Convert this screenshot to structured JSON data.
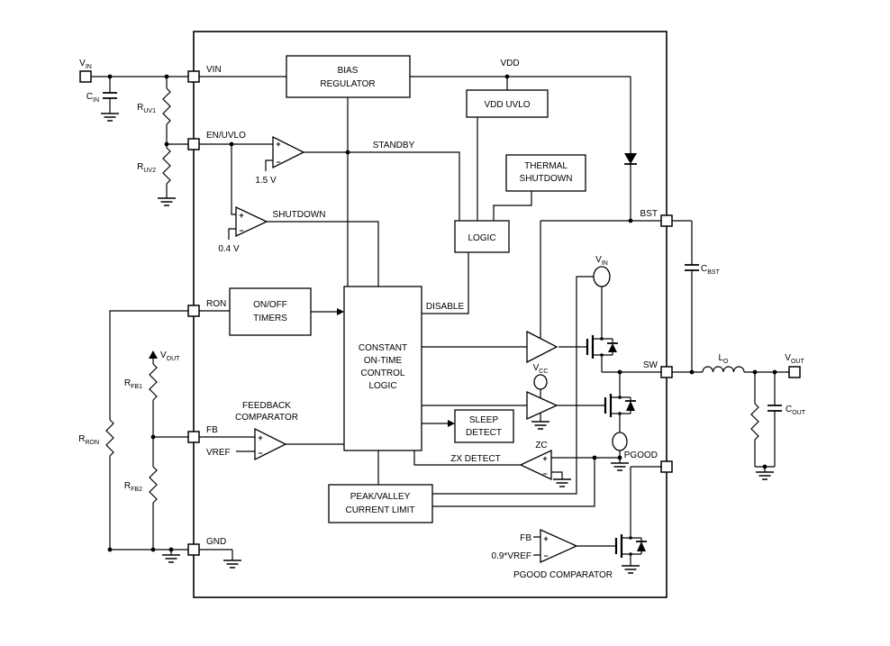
{
  "colors": {
    "line": "#000000",
    "background": "#ffffff"
  },
  "pins": {
    "vin": "VIN",
    "en_uvlo": "EN/UVLO",
    "ron": "RON",
    "fb": "FB",
    "vref": "VREF",
    "gnd": "GND",
    "bst": "BST",
    "sw": "SW",
    "pgood": "PGOOD"
  },
  "blocks": {
    "bias": {
      "l1": "BIAS",
      "l2": "REGULATOR"
    },
    "vdd_uvlo": {
      "l1": "VDD UVLO"
    },
    "thermal": {
      "l1": "THERMAL",
      "l2": "SHUTDOWN"
    },
    "logic": {
      "l1": "LOGIC"
    },
    "timers": {
      "l1": "ON/OFF",
      "l2": "TIMERS"
    },
    "cot": {
      "l1": "CONSTANT",
      "l2": "ON-TIME",
      "l3": "CONTROL",
      "l4": "LOGIC"
    },
    "sleep": {
      "l1": "SLEEP",
      "l2": "DETECT"
    },
    "peak_valley": {
      "l1": "PEAK/VALLEY",
      "l2": "CURRENT LIMIT"
    }
  },
  "nets": {
    "vdd": "VDD",
    "standby": "STANDBY",
    "shutdown": "SHUTDOWN",
    "disable": "DISABLE",
    "zc": "ZC",
    "zx_detect": "ZX DETECT"
  },
  "comparators": {
    "feedback_l1": "FEEDBACK",
    "feedback_l2": "COMPARATOR",
    "pgood_label": "PGOOD COMPARATOR",
    "ref_standby": "1.5 V",
    "ref_shutdown": "0.4 V",
    "ref_pgood": "0.9*VREF",
    "fb_input": "FB",
    "plus": "+",
    "minus": "−"
  },
  "components": {
    "vin_source": {
      "base": "V",
      "sub": "IN"
    },
    "cin": {
      "base": "C",
      "sub": "IN"
    },
    "ruv1": {
      "base": "R",
      "sub": "UV1"
    },
    "ruv2": {
      "base": "R",
      "sub": "UV2"
    },
    "rron": {
      "base": "R",
      "sub": "RON"
    },
    "vout_feedback": {
      "base": "V",
      "sub": "OUT"
    },
    "rfb1": {
      "base": "R",
      "sub": "FB1"
    },
    "rfb2": {
      "base": "R",
      "sub": "FB2"
    },
    "cbst": {
      "base": "C",
      "sub": "BST"
    },
    "lo": {
      "base": "L",
      "sub": "O"
    },
    "vout_terminal": {
      "base": "V",
      "sub": "OUT"
    },
    "cout": {
      "base": "C",
      "sub": "OUT"
    },
    "vin_supply": {
      "base": "V",
      "sub": "IN"
    },
    "vcc": {
      "base": "V",
      "sub": "CC"
    }
  }
}
